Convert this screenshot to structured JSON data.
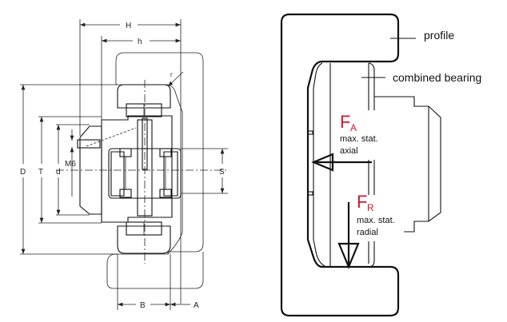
{
  "left_drawing": {
    "title": "combined bearing dimension drawing",
    "dimensions": {
      "H": "H",
      "h": "h",
      "r": "r",
      "D": "D",
      "T": "T",
      "d": "d",
      "M6": "M6",
      "S": "S",
      "B": "B",
      "A": "A"
    }
  },
  "right_drawing": {
    "callouts": {
      "profile": "profile",
      "combined_bearing": "combined bearing"
    },
    "forces": {
      "axial": {
        "symbol": "F",
        "subscript": "A",
        "line1": "max. stat.",
        "line2": "axial"
      },
      "radial": {
        "symbol": "F",
        "subscript": "R",
        "line1": "max. stat.",
        "line2": "radial"
      }
    },
    "force_label_color": "#d0182c"
  }
}
